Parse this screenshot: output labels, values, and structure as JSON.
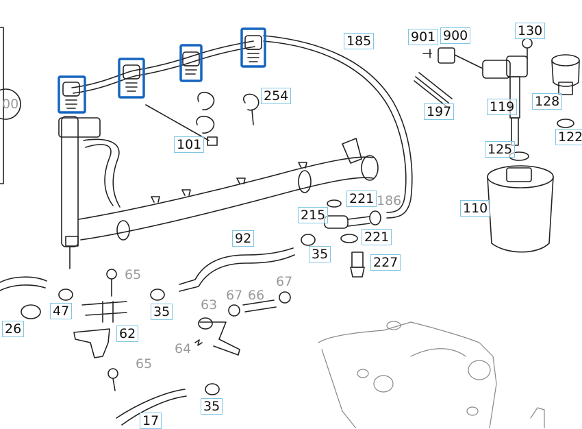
{
  "diagram": {
    "labels": [
      {
        "id": "l-901",
        "text": "901",
        "boxed": true,
        "muted": false
      },
      {
        "id": "l-900",
        "text": "900",
        "boxed": true,
        "muted": false
      },
      {
        "id": "l-130",
        "text": "130",
        "boxed": true,
        "muted": false
      },
      {
        "id": "l-185",
        "text": "185",
        "boxed": true,
        "muted": false
      },
      {
        "id": "l-254",
        "text": "254",
        "boxed": true,
        "muted": false
      },
      {
        "id": "l-197",
        "text": "197",
        "boxed": true,
        "muted": false
      },
      {
        "id": "l-119",
        "text": "119",
        "boxed": true,
        "muted": false
      },
      {
        "id": "l-128",
        "text": "128",
        "boxed": true,
        "muted": false
      },
      {
        "id": "l-122",
        "text": "122",
        "boxed": true,
        "muted": false
      },
      {
        "id": "l-101",
        "text": "101",
        "boxed": true,
        "muted": false
      },
      {
        "id": "l-125",
        "text": "125",
        "boxed": true,
        "muted": false
      },
      {
        "id": "l-110",
        "text": "110",
        "boxed": true,
        "muted": false
      },
      {
        "id": "l-221a",
        "text": "221",
        "boxed": true,
        "muted": false
      },
      {
        "id": "l-186",
        "text": "186",
        "boxed": false,
        "muted": true
      },
      {
        "id": "l-215",
        "text": "215",
        "boxed": true,
        "muted": false
      },
      {
        "id": "l-221b",
        "text": "221",
        "boxed": true,
        "muted": false
      },
      {
        "id": "l-92",
        "text": "92",
        "boxed": true,
        "muted": false
      },
      {
        "id": "l-35a",
        "text": "35",
        "boxed": true,
        "muted": false
      },
      {
        "id": "l-227",
        "text": "227",
        "boxed": true,
        "muted": false
      },
      {
        "id": "l-65a",
        "text": "65",
        "boxed": false,
        "muted": true
      },
      {
        "id": "l-67a",
        "text": "67",
        "boxed": false,
        "muted": true
      },
      {
        "id": "l-67b",
        "text": "67",
        "boxed": false,
        "muted": true
      },
      {
        "id": "l-66",
        "text": "66",
        "boxed": false,
        "muted": true
      },
      {
        "id": "l-63",
        "text": "63",
        "boxed": false,
        "muted": true
      },
      {
        "id": "l-47",
        "text": "47",
        "boxed": true,
        "muted": false
      },
      {
        "id": "l-35b",
        "text": "35",
        "boxed": true,
        "muted": false
      },
      {
        "id": "l-26",
        "text": "26",
        "boxed": true,
        "muted": false
      },
      {
        "id": "l-62",
        "text": "62",
        "boxed": true,
        "muted": false
      },
      {
        "id": "l-64",
        "text": "64",
        "boxed": false,
        "muted": true
      },
      {
        "id": "l-65b",
        "text": "65",
        "boxed": false,
        "muted": true
      },
      {
        "id": "l-35c",
        "text": "35",
        "boxed": true,
        "muted": false
      },
      {
        "id": "l-17",
        "text": "17",
        "boxed": true,
        "muted": false
      },
      {
        "id": "l-100",
        "text": "00",
        "boxed": false,
        "muted": true
      }
    ],
    "highlight_color": "#1565c0",
    "label_box_color": "#7fc6e4",
    "muted_color": "#9a9a9a",
    "line_color": "#222222"
  }
}
